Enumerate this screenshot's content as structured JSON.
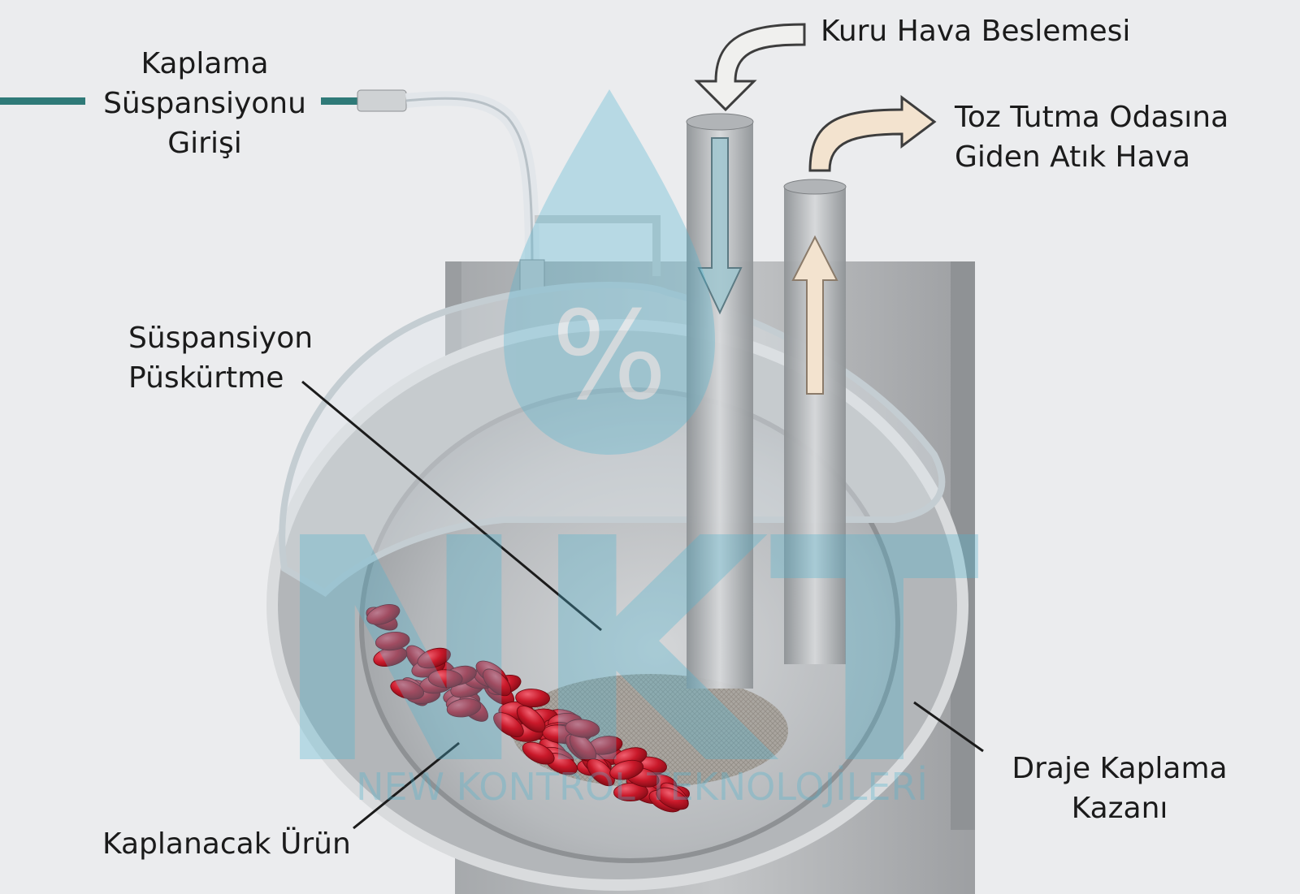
{
  "labels": {
    "coating_inlet": [
      "Kaplama",
      "Süspansiyonu",
      "Girişi"
    ],
    "dry_air_supply": "Kuru Hava Beslemesi",
    "exhaust_air": [
      "Toz Tutma Odasına",
      "Giden Atık Hava"
    ],
    "spray": [
      "Süspansiyon",
      "Püskürtme"
    ],
    "coating_pan": [
      "Draje Kaplama",
      "Kazanı"
    ],
    "product": "Kaplanacak Ürün"
  },
  "watermark": {
    "logo_text": "NKT",
    "percent_symbol": "%",
    "tagline": "NEW KONTROL TEKNOLOJİLERİ"
  },
  "colors": {
    "background": "#ebecee",
    "steel": "#b9bcbf",
    "pan_rim": "#c9cccf",
    "pill": "#c9192a",
    "arrow_in": "#9fc6cf",
    "arrow_out": "#f3e3cf",
    "watermark": "#4fb4d0"
  }
}
